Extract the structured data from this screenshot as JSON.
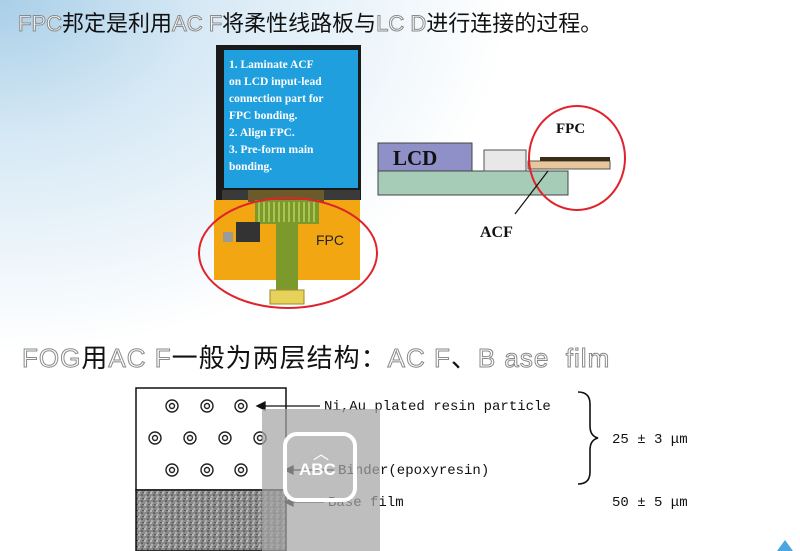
{
  "title": {
    "p1": "FPC",
    "p2": "邦定是利用",
    "p3": "AC F",
    "p4": "将柔性线路板与",
    "p5": "LC D",
    "p6": "进行连接的过程。"
  },
  "top_diagram": {
    "lcd_panel_text": [
      "1. Laminate ACF",
      "on LCD input-lead",
      "connection part for",
      "FPC bonding.",
      "2. Align FPC.",
      "3. Pre-form main",
      "bonding."
    ],
    "fpc_label_left": "FPC",
    "lcd_label": "LCD",
    "fpc_label_right": "FPC",
    "acf_label": "ACF",
    "colors": {
      "panel_blue": "#1f9fdd",
      "fpc_orange": "#f2a712",
      "circle_red": "#e0222c",
      "lcd_block": "#8f90c8"
    }
  },
  "second_title": {
    "p1": "FOG",
    "p2": "用",
    "p3": "AC F",
    "p4": "一般为两层结构：",
    "p5": "AC F",
    "p6": "、",
    "p7": "B ase  film"
  },
  "bottom_diagram": {
    "particle_label": "Ni,Au plated resin particle",
    "binder_label": "Binder(epoxyresin)",
    "base_label": "Base film",
    "thickness_1": "25 ± 3 μm",
    "thickness_2": "50 ± 5 μm",
    "overlay_text": "ABC",
    "overlay_icon": "chevron-up-icon"
  }
}
